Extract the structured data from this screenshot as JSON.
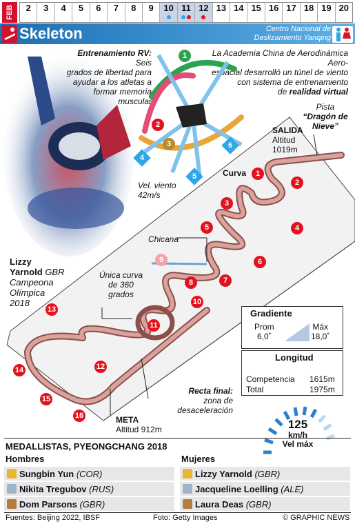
{
  "header": {
    "month": "FEB",
    "dates": [
      "2",
      "3",
      "4",
      "5",
      "6",
      "7",
      "8",
      "9",
      "10",
      "11",
      "12",
      "13",
      "14",
      "15",
      "16",
      "17",
      "18",
      "19",
      "20"
    ],
    "title": "Skeleton",
    "venue": "Centro Nacional de Deslizamiento Yanqing"
  },
  "vr": {
    "heading": "Entrenamiento RV:",
    "text1": "Seis",
    "text2": "grados de libertad para",
    "text3": "ayudar a los atletas a",
    "text4": "formar memoria",
    "text5": "muscular",
    "academy1": "La Academia China de Aerodinámica Aero-",
    "academy2": "espacial desarrolló un túnel de viento",
    "academy3": "con sistema de entrenamiento",
    "academy4": "de",
    "academy4b": "realidad virtual",
    "wind1": "Vel. viento",
    "wind2": "42m/s",
    "numbers": [
      "1",
      "2",
      "3",
      "4",
      "5",
      "6"
    ]
  },
  "track": {
    "pista1": "Pista",
    "pista2": "“Dragón de",
    "pista3": "Nieve”",
    "salida": "SALIDA",
    "alt_start": "Altitud",
    "alt_start_val": "1019m",
    "curva": "Curva",
    "chicana": "Chicana",
    "unica1": "Única curva",
    "unica2": "de 360",
    "unica3": "grados",
    "meta": "META",
    "alt_end": "Altitud 912m",
    "recta1": "Recta final:",
    "recta2": "zona de",
    "recta3": "desaceleración",
    "curves": [
      "1",
      "2",
      "3",
      "4",
      "5",
      "6",
      "7",
      "8",
      "9",
      "10",
      "11",
      "12",
      "13",
      "14",
      "15",
      "16"
    ]
  },
  "athlete": {
    "name1": "Lizzy",
    "name2": "Yarnold",
    "country": "GBR",
    "line3": "Campeona",
    "line4": "Olímpica",
    "line5": "2018"
  },
  "gradient": {
    "title": "Gradiente",
    "prom_label": "Prom",
    "prom_val": "6,0˚",
    "max_label": "Máx",
    "max_val": "18,0˚"
  },
  "longitud": {
    "title": "Longitud",
    "row1_label": "Competencia",
    "row1_val": "1615m",
    "row2_label": "Total",
    "row2_val": "1975m"
  },
  "speed": {
    "value": "125",
    "unit": "km/h",
    "label": "Vel máx"
  },
  "medals": {
    "heading": "MEDALLISTAS, PYEONGCHANG 2018",
    "men_title": "Hombres",
    "women_title": "Mujeres",
    "men": [
      {
        "name": "Sungbin Yun",
        "country": "(COR)"
      },
      {
        "name": "Nikita Tregubov",
        "country": "(RUS)"
      },
      {
        "name": "Dom Parsons",
        "country": "(GBR)"
      }
    ],
    "women": [
      {
        "name": "Lizzy Yarnold",
        "country": "(GBR)"
      },
      {
        "name": "Jacqueline Loelling",
        "country": "(ALE)"
      },
      {
        "name": "Laura Deas",
        "country": "(GBR)"
      }
    ],
    "colors": [
      "#e8b631",
      "#9eb3c8",
      "#b77a3e"
    ]
  },
  "footer": {
    "sources": "Fuentes: Beijing 2022, IBSF",
    "photo": "Foto: Getty Images",
    "credit": "© GRAPHIC NEWS"
  },
  "colors": {
    "accent_red": "#e1131f",
    "accent_blue": "#1a6fb5",
    "track_fill": "#c98c87"
  }
}
